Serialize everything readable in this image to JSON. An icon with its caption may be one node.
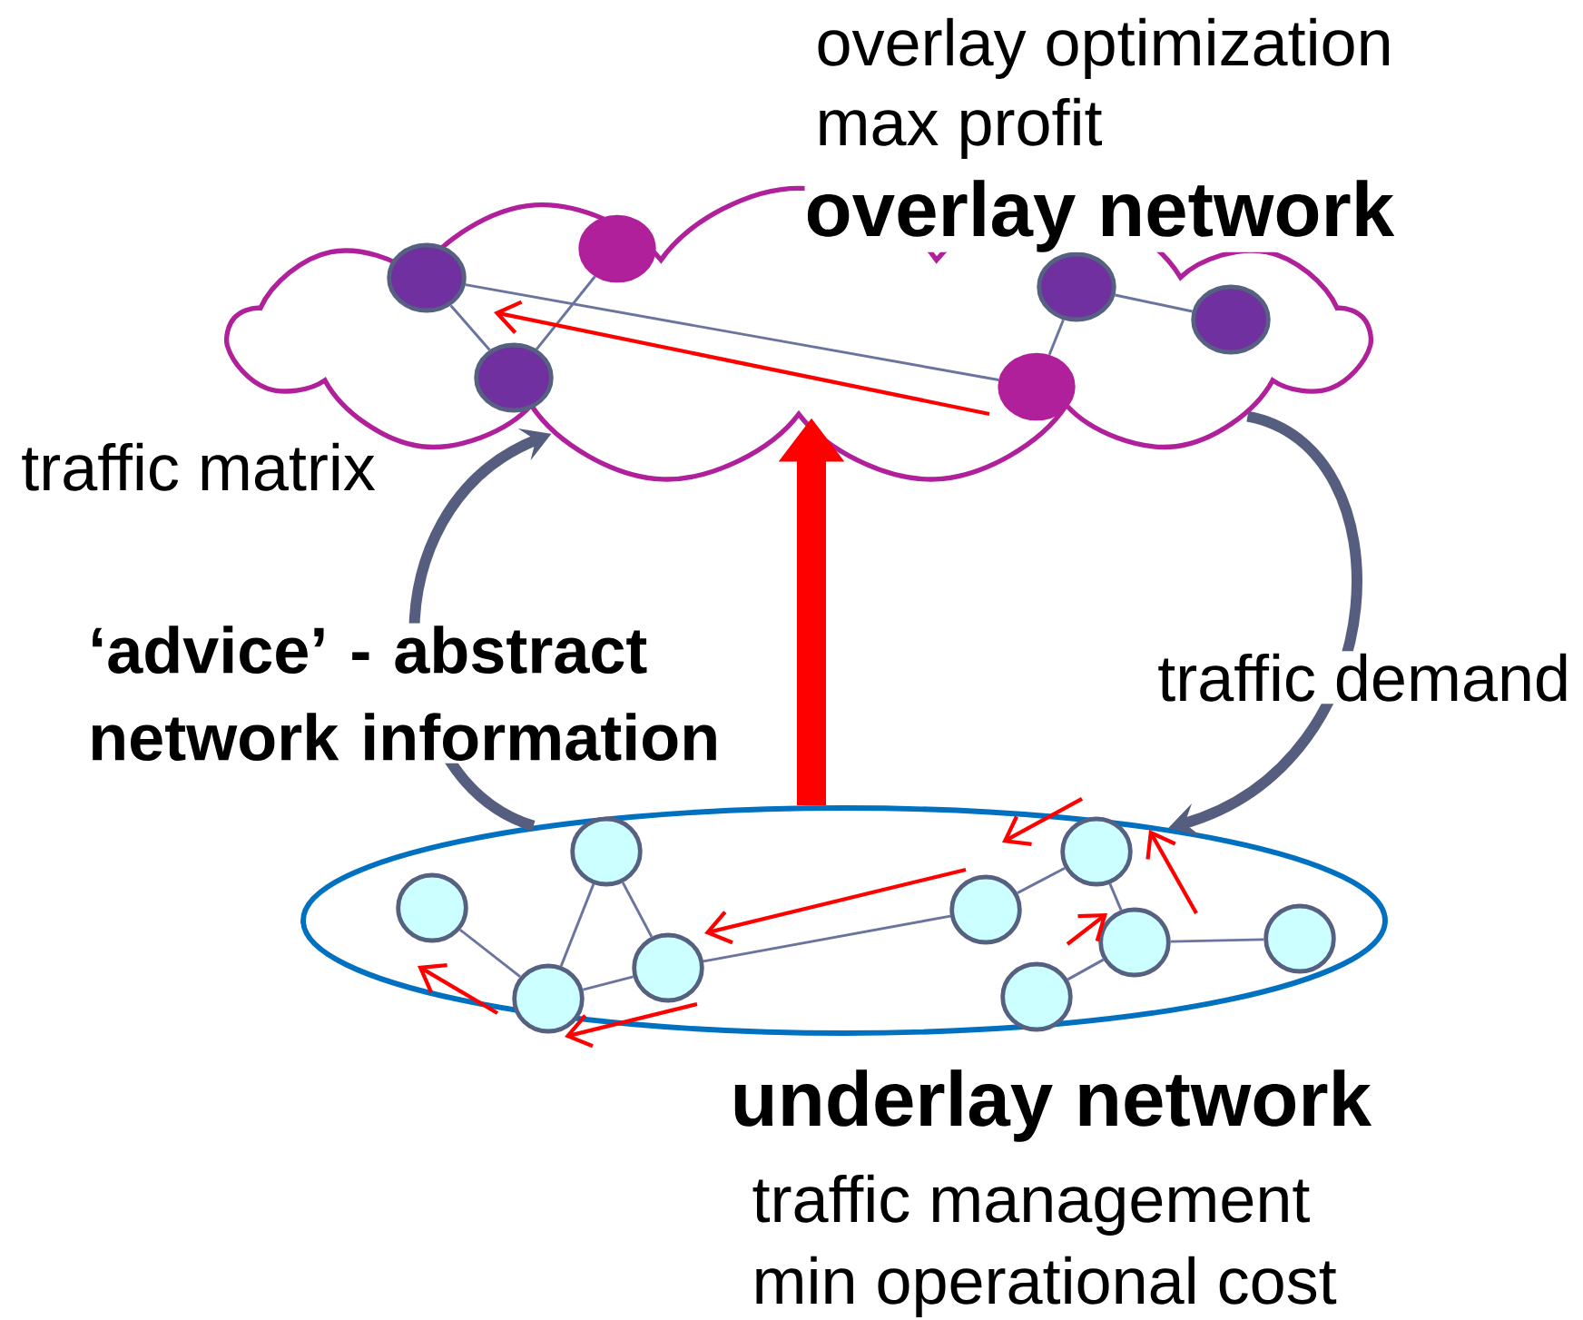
{
  "diagram": {
    "nodes": [
      {
        "text": [
          "overlay network"
        ],
        "beside": [
          "overlay optimization",
          "max profit"
        ]
      },
      {
        "text": [],
        "shape": "circle",
        "in": 0
      },
      {
        "text": [],
        "shape": "circle",
        "in": 0
      },
      {
        "text": [],
        "shape": "circle",
        "in": 0
      },
      {
        "text": [],
        "shape": "circle",
        "in": 0
      },
      {
        "text": [],
        "shape": "circle",
        "in": 0
      },
      {
        "text": [],
        "shape": "circle",
        "in": 0
      },
      {
        "text": [
          "underlay network"
        ],
        "beside": [
          "traffic management",
          "min operational cost"
        ]
      },
      {
        "text": [],
        "shape": "circle",
        "in": 7
      },
      {
        "text": [],
        "shape": "circle",
        "in": 7
      },
      {
        "text": [],
        "shape": "circle",
        "in": 7
      },
      {
        "text": [],
        "shape": "circle",
        "in": 7
      },
      {
        "text": [],
        "shape": "circle",
        "in": 7
      },
      {
        "text": [],
        "shape": "circle",
        "in": 7
      },
      {
        "text": [],
        "shape": "circle",
        "in": 7
      },
      {
        "text": [],
        "shape": "circle",
        "in": 7
      },
      {
        "text": [],
        "shape": "circle",
        "in": 7
      }
    ],
    "edges": [
      {
        "from": 1,
        "to": 2,
        "arrow": "none"
      },
      {
        "from": 2,
        "to": 3,
        "arrow": "none"
      },
      {
        "from": 1,
        "to": 4,
        "arrow": "none"
      },
      {
        "from": 4,
        "to": 5,
        "arrow": "none"
      },
      {
        "from": 5,
        "to": 6,
        "arrow": "none"
      },
      {
        "from": 8,
        "to": 9,
        "arrow": "none"
      },
      {
        "from": 9,
        "to": 10,
        "arrow": "none"
      },
      {
        "from": 10,
        "to": 11,
        "arrow": "none"
      },
      {
        "from": 9,
        "to": 11,
        "arrow": "none"
      },
      {
        "from": 11,
        "to": 12,
        "arrow": "none"
      },
      {
        "from": 12,
        "to": 14,
        "arrow": "none"
      },
      {
        "from": 14,
        "to": 15,
        "arrow": "none"
      },
      {
        "from": 15,
        "to": 13,
        "arrow": "none"
      },
      {
        "from": 15,
        "to": 16,
        "arrow": "none"
      },
      {
        "from": 7,
        "to": 0,
        "arrow": "to",
        "label": "‘advice’ - abstract network information",
        "style": "thick",
        "color": "#ff0000"
      },
      {
        "from": 7,
        "to": 0,
        "arrow": "to",
        "label": "traffic matrix",
        "style": "thick",
        "color": "#565e80"
      },
      {
        "from": 0,
        "to": 7,
        "arrow": "to",
        "label": "traffic demand",
        "style": "thick",
        "color": "#565e80"
      }
    ]
  }
}
